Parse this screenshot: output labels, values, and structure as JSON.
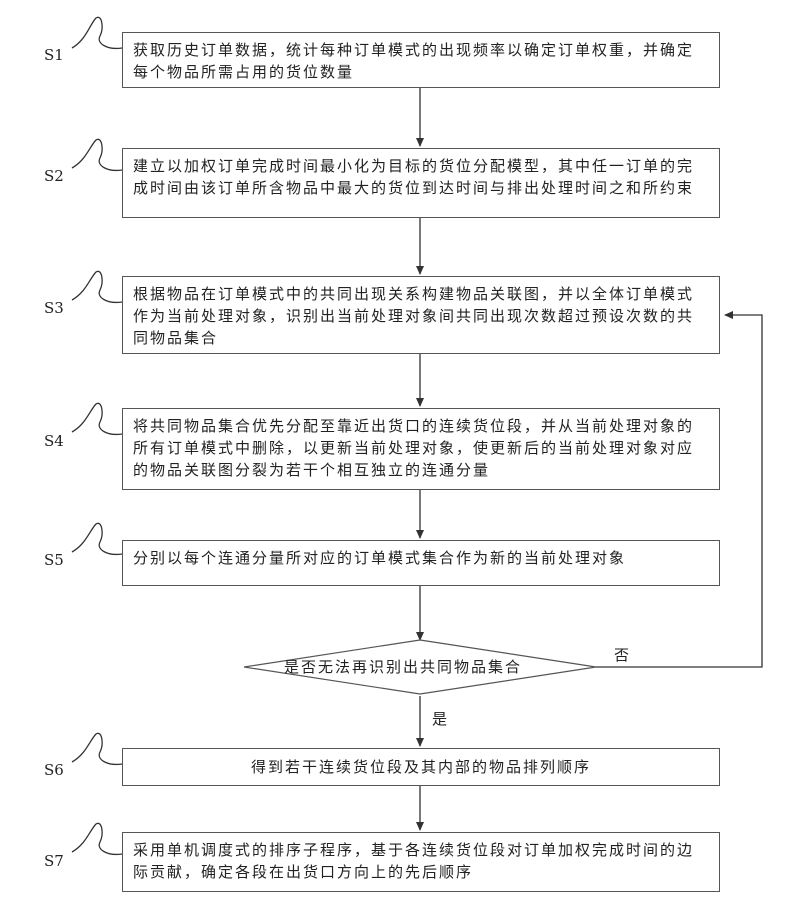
{
  "steps": [
    {
      "label": "S1",
      "text": "获取历史订单数据，统计每种订单模式的出现频率以确定订单权重，并确定每个物品所需占用的货位数量"
    },
    {
      "label": "S2",
      "text": "建立以加权订单完成时间最小化为目标的货位分配模型，其中任一订单的完成时间由该订单所含物品中最大的货位到达时间与排出处理时间之和所约束"
    },
    {
      "label": "S3",
      "text": "根据物品在订单模式中的共同出现关系构建物品关联图，并以全体订单模式作为当前处理对象，识别出当前处理对象间共同出现次数超过预设次数的共同物品集合"
    },
    {
      "label": "S4",
      "text": "将共同物品集合优先分配至靠近出货口的连续货位段，并从当前处理对象的所有订单模式中删除，以更新当前处理对象，使更新后的当前处理对象对应的物品关联图分裂为若干个相互独立的连通分量"
    },
    {
      "label": "S5",
      "text": "分别以每个连通分量所对应的订单模式集合作为新的当前处理对象"
    },
    {
      "label": "S6",
      "text": "得到若干连续货位段及其内部的物品排列顺序"
    },
    {
      "label": "S7",
      "text": "采用单机调度式的排序子程序，基于各连续货位段对订单加权完成时间的边际贡献，确定各段在出货口方向上的先后顺序"
    }
  ],
  "decision": {
    "text": "是否无法再识别出共同物品集合",
    "yes": "是",
    "no": "否"
  }
}
